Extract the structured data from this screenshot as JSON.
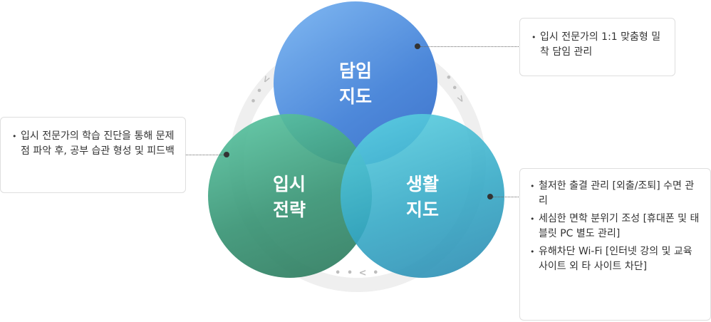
{
  "circles": {
    "top": {
      "line1": "담임",
      "line2": "지도"
    },
    "left": {
      "line1": "입시",
      "line2": "전략"
    },
    "right": {
      "line1": "생활",
      "line2": "지도"
    }
  },
  "callouts": {
    "top_right": {
      "items": [
        "입시 전문가의 1:1 맞춤형 밀착 담임 관리"
      ]
    },
    "left": {
      "items": [
        "입시 전문가의 학습 진단을 통해 문제점 파악 후, 공부 습관 형성 및 피드백"
      ]
    },
    "bottom_right": {
      "items": [
        "철저한 출결 관리 [외출/조퇴] 수면 관리",
        "세심한 면학 분위기 조성 [휴대폰 및 태블릿 PC 별도 관리]",
        "유해차단 Wi-Fi [인터넷 강의 및 교육 사이트 외 타 사이트 차단]"
      ]
    }
  },
  "colors": {
    "top": "#5a95e0",
    "left": "#3f9a7a",
    "right": "#3aaecb",
    "ring": "#efefef"
  }
}
